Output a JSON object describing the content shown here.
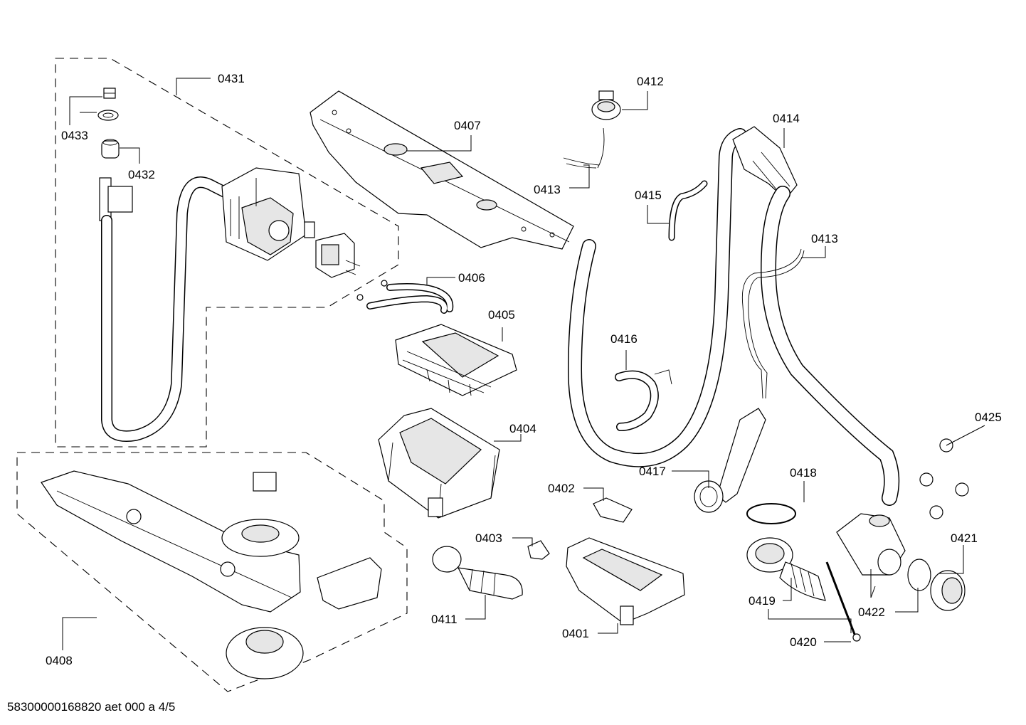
{
  "diagram": {
    "footer_code": "58300000168820 aet 000 a 4/5",
    "callouts": [
      "0431",
      "0433",
      "0432",
      "0407",
      "0412",
      "0413",
      "0414",
      "0415",
      "0413",
      "0406",
      "0405",
      "0416",
      "0404",
      "0425",
      "0417",
      "0418",
      "0402",
      "0403",
      "0421",
      "0411",
      "0419",
      "0422",
      "0401",
      "0420",
      "0408"
    ]
  }
}
